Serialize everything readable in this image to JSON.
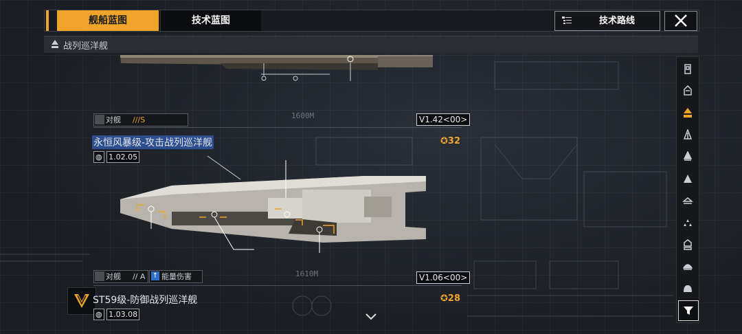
{
  "tabs": [
    {
      "label": "舰船蓝图",
      "active": true
    },
    {
      "label": "技术蓝图",
      "active": false
    }
  ],
  "tech_route_label": "技术路线",
  "breadcrumb": "战列巡洋舰",
  "ships": [
    {
      "role": "对舰",
      "grade": "///S",
      "version_tag": "V1.42<00>",
      "length": "1600M",
      "partial": true
    },
    {
      "name": "永恒风暴级-攻击战列巡洋舰",
      "version": "1.02",
      "version_suffix": "05",
      "points": "32",
      "role": "对舰",
      "grade": "// A",
      "extra_tag": "能量伤害",
      "version_tag": "V1.06<00>",
      "length": "1610M",
      "selected": true
    },
    {
      "name": "ST59级-防御战列巡洋舰",
      "version": "1.03",
      "version_suffix": "08",
      "points": "28"
    }
  ],
  "rail_icons": [
    "carrier-icon",
    "destroyer-icon",
    "battlecruiser-icon",
    "frigate-icon",
    "corvette-icon",
    "cruiser-icon",
    "auxiliary-icon",
    "strike-craft-icon",
    "escort-icon",
    "station-icon",
    "dome-icon",
    "filter-icon"
  ],
  "colors": {
    "accent": "#f0a52a",
    "selection": "#2c4d8f",
    "background": "#1d2026"
  }
}
